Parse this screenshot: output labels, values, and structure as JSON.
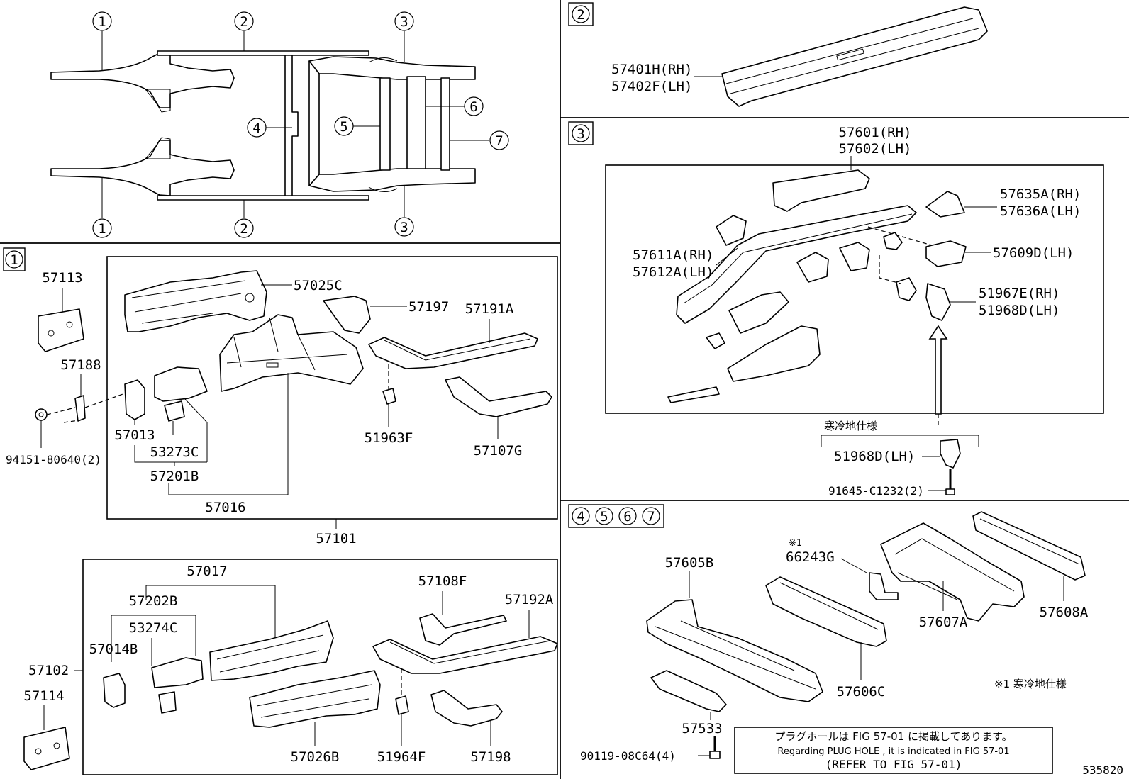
{
  "overview": {
    "callouts": [
      "1",
      "2",
      "3",
      "4",
      "5",
      "6",
      "7"
    ]
  },
  "section1": {
    "header": "1",
    "parts": {
      "p57113": "57113",
      "p57188": "57188",
      "p94151": "94151-80640(2)",
      "p57025C": "57025C",
      "p57197": "57197",
      "p57191A": "57191A",
      "p57013": "57013",
      "p53273C": "53273C",
      "p57201B": "57201B",
      "p57016": "57016",
      "p51963F": "51963F",
      "p57107G": "57107G",
      "p57101": "57101"
    }
  },
  "section_lower": {
    "parts": {
      "p57017": "57017",
      "p57202B": "57202B",
      "p53274C": "53274C",
      "p57014B": "57014B",
      "p57102": "57102",
      "p57114": "57114",
      "p57108F": "57108F",
      "p57192A": "57192A",
      "p57026B": "57026B",
      "p51964F": "51964F",
      "p57198": "57198"
    }
  },
  "section2": {
    "header": "2",
    "parts": {
      "rh": "57401H(RH)",
      "lh": "57402F(LH)"
    }
  },
  "section3": {
    "header": "3",
    "parts": {
      "p57601": "57601(RH)",
      "p57602": "57602(LH)",
      "p57635A": "57635A(RH)",
      "p57636A": "57636A(LH)",
      "p57611A": "57611A(RH)",
      "p57612A": "57612A(LH)",
      "p57609D": "57609D(LH)",
      "p51967E": "51967E(RH)",
      "p51968Da": "51968D(LH)",
      "cold_spec": "寒冷地仕様",
      "p51968Db": "51968D(LH)",
      "p91645": "91645-C1232(2)"
    }
  },
  "section4567": {
    "headers": [
      "4",
      "5",
      "6",
      "7"
    ],
    "parts": {
      "note_mark": "※1",
      "p66243G": "66243G",
      "p57605B": "57605B",
      "p57607A": "57607A",
      "p57608A": "57608A",
      "p57606C": "57606C",
      "note_text": "※1 寒冷地仕様",
      "p57533": "57533",
      "p90119": "90119-08C64(4)"
    },
    "notice": {
      "line1": "プラグホールは FIG 57-01 に掲載してあります。",
      "line2": "Regarding PLUG HOLE , it is indicated in FIG 57-01",
      "line3": "(REFER TO FIG 57-01)"
    }
  },
  "figure_id": "535820"
}
